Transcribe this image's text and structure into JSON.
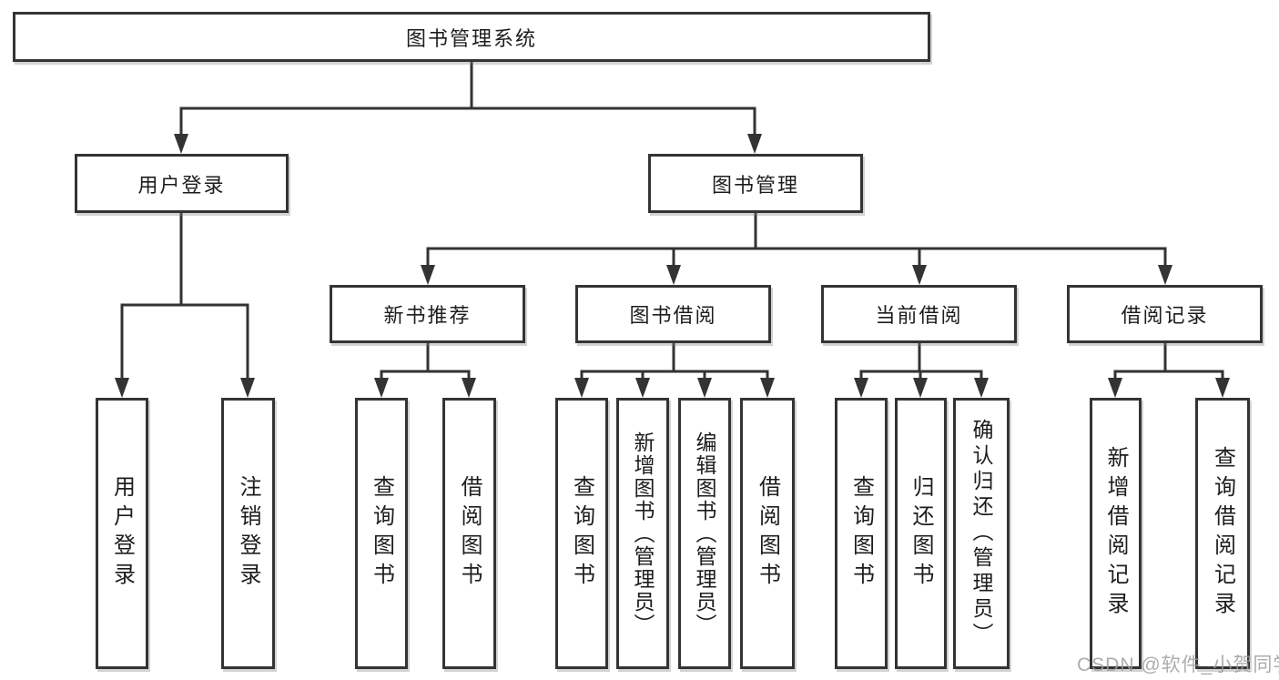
{
  "diagram_title": "图书管理系统",
  "colors": {
    "line": "#333333",
    "box_border": "#343434",
    "box_background": "#ffffff",
    "text": "#1d1d1d",
    "watermark_text": "#9e9e9e"
  },
  "nodes": {
    "root": {
      "label": "图书管理系统"
    },
    "level2": [
      {
        "label": "用户登录"
      },
      {
        "label": "图书管理"
      }
    ],
    "level3": [
      {
        "label": "新书推荐",
        "parent": "图书管理"
      },
      {
        "label": "图书借阅",
        "parent": "图书管理"
      },
      {
        "label": "当前借阅",
        "parent": "图书管理"
      },
      {
        "label": "借阅记录",
        "parent": "图书管理"
      }
    ],
    "leaves": [
      {
        "label": "用户登录",
        "parent": "用户登录"
      },
      {
        "label": "注销登录",
        "parent": "用户登录"
      },
      {
        "label": "查询图书",
        "parent": "新书推荐"
      },
      {
        "label": "借阅图书",
        "parent": "新书推荐"
      },
      {
        "label": "查询图书",
        "parent": "图书借阅"
      },
      {
        "label": "新增图书（管理员）",
        "parent": "图书借阅"
      },
      {
        "label": "编辑图书（管理员）",
        "parent": "图书借阅"
      },
      {
        "label": "借阅图书",
        "parent": "图书借阅"
      },
      {
        "label": "查询图书",
        "parent": "当前借阅"
      },
      {
        "label": "归还图书",
        "parent": "当前借阅"
      },
      {
        "label": "确认归还（管理员）",
        "parent": "当前借阅"
      },
      {
        "label": "新增借阅记录",
        "parent": "借阅记录"
      },
      {
        "label": "查询借阅记录",
        "parent": "借阅记录"
      }
    ]
  },
  "watermark": "CSDN @软件_小贺同学"
}
